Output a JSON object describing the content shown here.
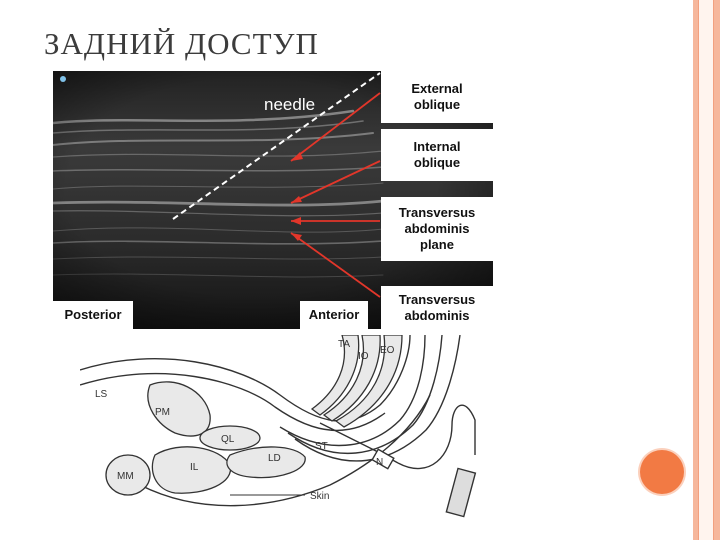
{
  "slide": {
    "title": "ЗАДНИЙ ДОСТУП",
    "colors": {
      "accent_bar": "#f6b79c",
      "accent_dot": "#f27a44",
      "title_text": "#3c3c3c",
      "arrow": "#e2362a"
    }
  },
  "ultrasound": {
    "needle_label": "needle",
    "posterior_label": "Posterior",
    "anterior_label": "Anterior",
    "layers": {
      "external_oblique": "External\noblique",
      "internal_oblique": "Internal\noblique",
      "transversus_abdominis_plane": "Transversus\nabdominis\nplane",
      "transversus_abdominis": "Transversus\nabdominis"
    }
  },
  "schematic": {
    "labels": {
      "ta": "TA",
      "io": "IO",
      "eo": "EO",
      "ls": "LS",
      "pm": "PM",
      "ql": "QL",
      "ld": "LD",
      "st": "ST",
      "mm": "MM",
      "il": "IL",
      "n": "N",
      "skin": "Skin"
    }
  }
}
